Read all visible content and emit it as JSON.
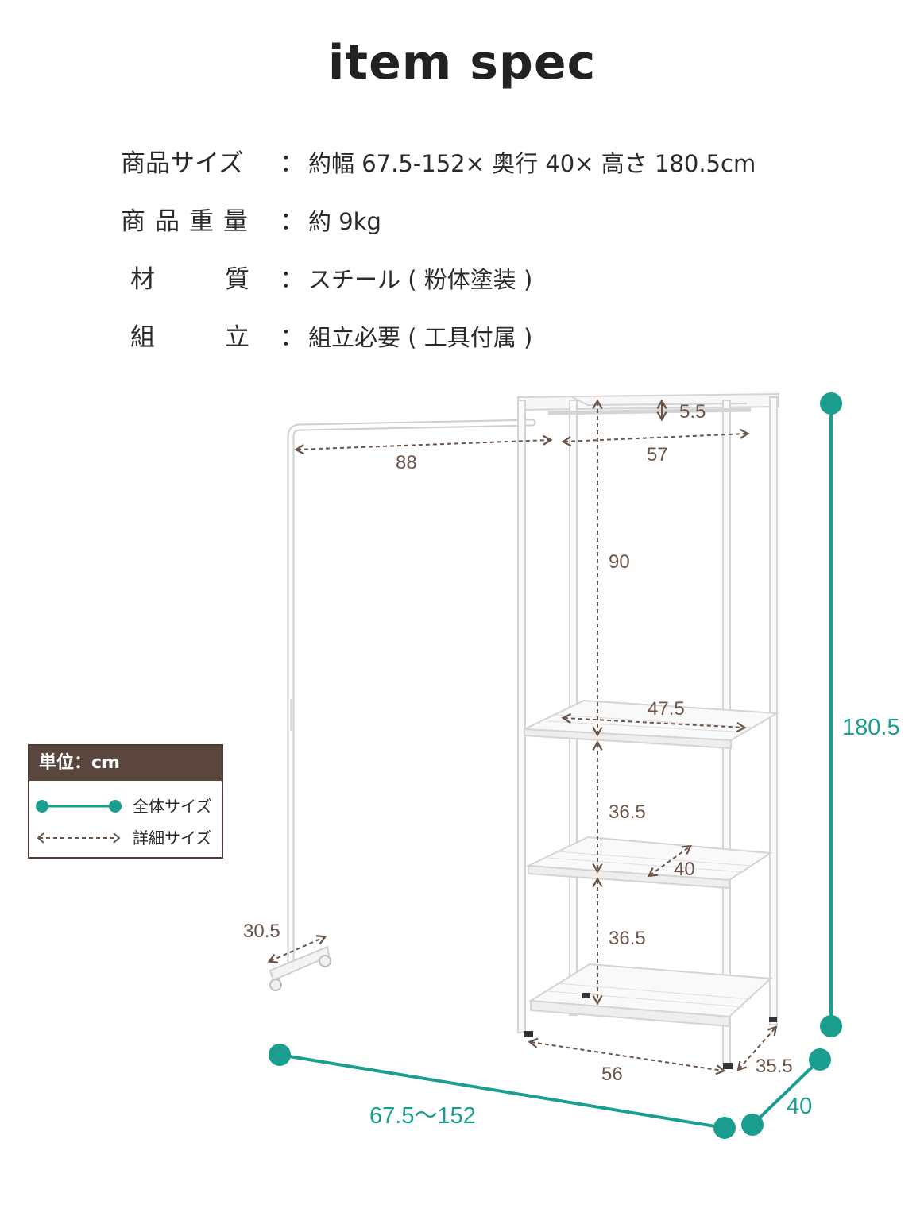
{
  "title": "item spec",
  "specs": [
    {
      "label": "商品サイズ",
      "colon": "：",
      "value": "約幅 67.5-152× 奥行 40× 高さ 180.5cm"
    },
    {
      "label": "商品重量",
      "colon": "：",
      "value": "約 9kg"
    },
    {
      "label_a": "材",
      "label_b": "質",
      "colon": "：",
      "value": "スチール ( 粉体塗装 )"
    },
    {
      "label_a": "組",
      "label_b": "立",
      "colon": "：",
      "value": "組立必要 ( 工具付属 )"
    }
  ],
  "legend": {
    "unit": "単位：cm",
    "overall": "全体サイズ",
    "detail": "詳細サイズ"
  },
  "dimensions": {
    "arm_length": "88",
    "top_width": "57",
    "top_gap": "5.5",
    "hanging_height": "90",
    "shelf_width": "47.5",
    "shelf_gap_1": "36.5",
    "shelf_gap_2": "36.5",
    "shelf_depth": "40",
    "base_depth": "30.5",
    "bottom_width": "56",
    "bottom_depth": "35.5",
    "total_height": "180.5",
    "total_width": "67.5～152",
    "total_depth": "40"
  },
  "colors": {
    "teal": "#1a9e8f",
    "brown": "#6b5548",
    "legend_header": "#5a463d",
    "frame": "#d8d8d8"
  }
}
